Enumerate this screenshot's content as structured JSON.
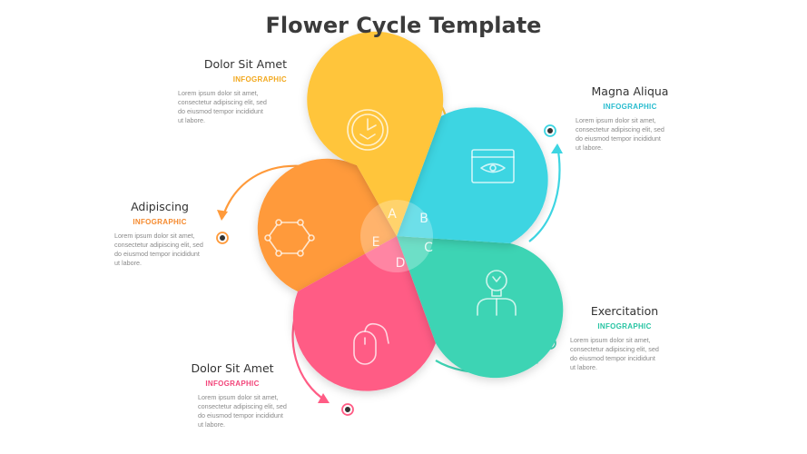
{
  "title": "Flower Cycle Template",
  "petals": [
    {
      "letter": "A",
      "color": "#FFC53A",
      "icon": "clock-icon"
    },
    {
      "letter": "B",
      "color": "#3DD5E2",
      "icon": "browser-eye-icon"
    },
    {
      "letter": "C",
      "color": "#3ED4B4",
      "icon": "idea-person-icon"
    },
    {
      "letter": "D",
      "color": "#FF5C85",
      "icon": "mouse-icon"
    },
    {
      "letter": "E",
      "color": "#FF9A3A",
      "icon": "hexagon-icon"
    }
  ],
  "blocks": [
    {
      "heading": "Dolor Sit Amet",
      "sub": "INFOGRAPHIC",
      "sub_color": "#F2A81D",
      "body": [
        "Lorem ipsum dolor sit amet,",
        "consectetur adipiscing elit, sed",
        "do eiusmod tempor incididunt",
        "ut labore."
      ]
    },
    {
      "heading": "Magna Aliqua",
      "sub": "INFOGRAPHIC",
      "sub_color": "#28BCCF",
      "body": [
        "Lorem ipsum dolor sit amet,",
        "consectetur adipiscing elit, sed",
        "do eiusmod tempor incididunt",
        "ut labore."
      ]
    },
    {
      "heading": "Exercitation",
      "sub": "INFOGRAPHIC",
      "sub_color": "#27C4A3",
      "body": [
        "Lorem ipsum dolor sit amet,",
        "consectetur adipiscing elit, sed",
        "do eiusmod tempor incididunt",
        "ut labore."
      ]
    },
    {
      "heading": "Dolor Sit Amet",
      "sub": "INFOGRAPHIC",
      "sub_color": "#F2457A",
      "body": [
        "Lorem ipsum dolor sit amet,",
        "consectetur adipiscing elit, sed",
        "do eiusmod tempor incididunt",
        "ut labore."
      ]
    },
    {
      "heading": "Adipiscing",
      "sub": "INFOGRAPHIC",
      "sub_color": "#F58A2E",
      "body": [
        "Lorem ipsum dolor sit amet,",
        "consectetur adipiscing elit, sed",
        "do eiusmod tempor incididunt",
        "ut labore."
      ]
    }
  ]
}
